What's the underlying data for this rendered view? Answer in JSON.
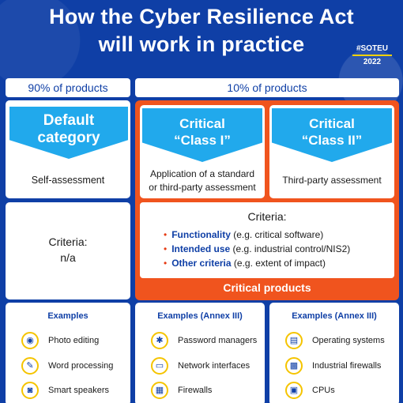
{
  "header": {
    "title_line1": "How the Cyber Resilience Act",
    "title_line2": "will work in practice",
    "tag": "#SOTEU",
    "year": "2022"
  },
  "split": {
    "left": "90% of products",
    "right": "10% of products"
  },
  "default": {
    "title_line1": "Default",
    "title_line2": "category",
    "assessment": "Self-assessment",
    "criteria_line1": "Criteria:",
    "criteria_line2": "n/a"
  },
  "class1": {
    "title_line1": "Critical",
    "title_line2": "“Class I”",
    "assessment_line1": "Application of a standard",
    "assessment_line2": "or third-party assessment"
  },
  "class2": {
    "title_line1": "Critical",
    "title_line2": "“Class II”",
    "assessment": "Third-party assessment"
  },
  "criteria": {
    "title": "Criteria:",
    "items": [
      {
        "bullet": "•",
        "key": "Functionality",
        "detail": " (e.g. critical software)"
      },
      {
        "bullet": "•",
        "key": "Intended use",
        "detail": " (e.g. industrial control/NIS2)"
      },
      {
        "bullet": "•",
        "key": "Other criteria",
        "detail": " (e.g. extent of impact)"
      }
    ]
  },
  "critical_products": "Critical products",
  "examples": [
    {
      "title": "Examples",
      "items": [
        {
          "label": "Photo editing",
          "icon": "camera-icon",
          "glyph": "◉"
        },
        {
          "label": "Word processing",
          "icon": "document-icon",
          "glyph": "✎"
        },
        {
          "label": "Smart speakers",
          "icon": "speaker-icon",
          "glyph": "◙"
        }
      ]
    },
    {
      "title": "Examples (Annex III)",
      "items": [
        {
          "label": "Password managers",
          "icon": "password-icon",
          "glyph": "✱"
        },
        {
          "label": "Network interfaces",
          "icon": "monitor-icon",
          "glyph": "▭"
        },
        {
          "label": "Firewalls",
          "icon": "firewall-icon",
          "glyph": "▦"
        }
      ]
    },
    {
      "title": "Examples (Annex III)",
      "items": [
        {
          "label": "Operating systems",
          "icon": "os-icon",
          "glyph": "▤"
        },
        {
          "label": "Industrial firewalls",
          "icon": "industrial-firewall-icon",
          "glyph": "▩"
        },
        {
          "label": "CPUs",
          "icon": "cpu-icon",
          "glyph": "▣"
        }
      ]
    }
  ]
}
